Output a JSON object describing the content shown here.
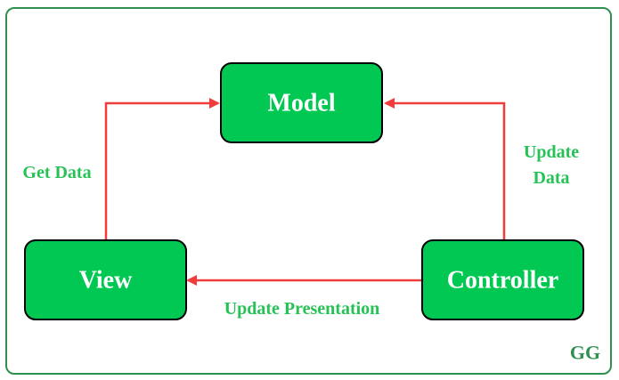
{
  "diagram": {
    "nodes": {
      "model": "Model",
      "view": "View",
      "controller": "Controller"
    },
    "edges": {
      "get_data": "Get Data",
      "update_data_line1": "Update",
      "update_data_line2": "Data",
      "update_presentation": "Update Presentation"
    },
    "colors": {
      "node_fill": "#00c853",
      "node_stroke": "#000000",
      "arrow": "#f03c3c",
      "label": "#27c256",
      "frame": "#2f8f4e"
    }
  },
  "branding": {
    "logo_mark": "GG",
    "logo_icon": "gfg-logo-icon"
  }
}
